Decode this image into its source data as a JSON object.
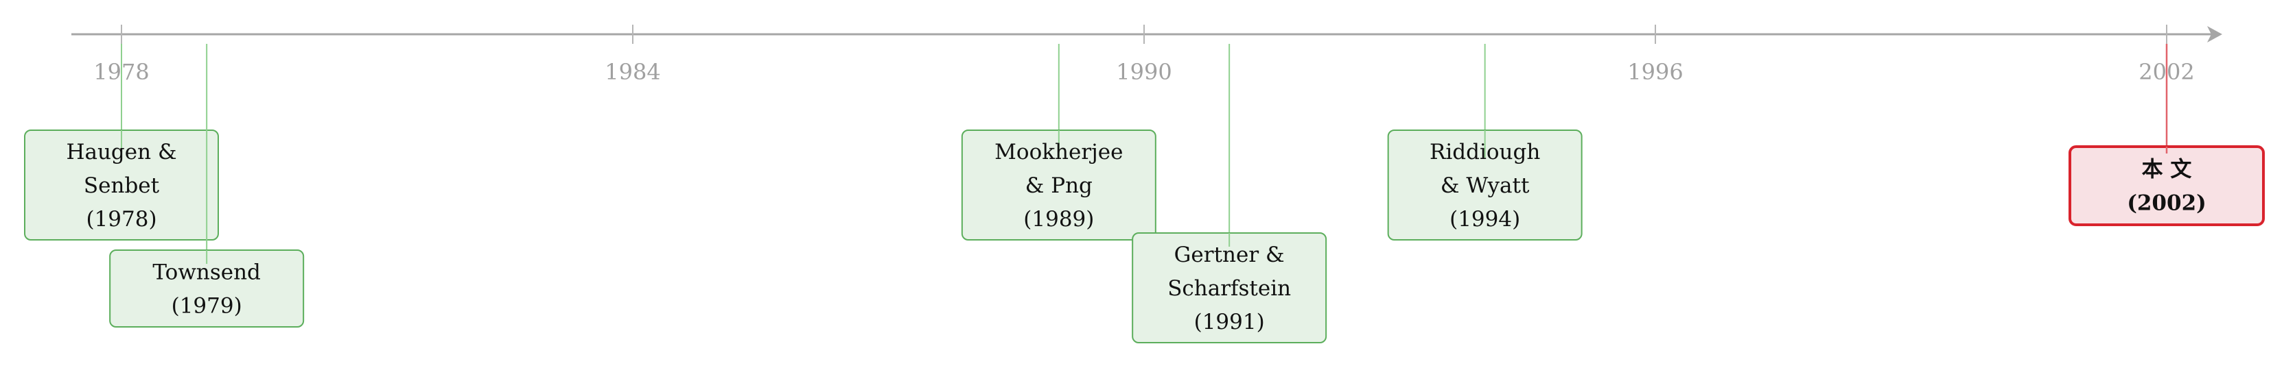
{
  "axis": {
    "ticks": [
      "1978",
      "1984",
      "1990",
      "1996",
      "2002"
    ],
    "range": [
      1978,
      2002
    ],
    "line_color": "#a6a6a6"
  },
  "events": [
    {
      "id": "haugen-senbet",
      "year": 1978,
      "lines": [
        "Haugen &",
        "Senbet",
        "(1978)"
      ],
      "highlight": false,
      "lane": "upper"
    },
    {
      "id": "townsend",
      "year": 1979,
      "lines": [
        "Townsend",
        "(1979)"
      ],
      "highlight": false,
      "lane": "lower"
    },
    {
      "id": "mookherjee-png",
      "year": 1989,
      "lines": [
        "Mookherjee",
        "& Png",
        "(1989)"
      ],
      "highlight": false,
      "lane": "upper"
    },
    {
      "id": "gertner-scharfstein",
      "year": 1991,
      "lines": [
        "Gertner &",
        "Scharfstein",
        "(1991)"
      ],
      "highlight": false,
      "lane": "lower"
    },
    {
      "id": "riddiough-wyatt",
      "year": 1994,
      "lines": [
        "Riddiough",
        "& Wyatt",
        "(1994)"
      ],
      "highlight": false,
      "lane": "upper"
    },
    {
      "id": "this-paper",
      "year": 2002,
      "lines": [
        "本 文",
        "(2002)"
      ],
      "highlight": true,
      "lane": "upper"
    }
  ],
  "colors": {
    "box_fill": "#e6f2e6",
    "box_stroke": "#5cae5c",
    "highlight_fill": "#f8e1e4",
    "highlight_stroke": "#d9232d"
  }
}
